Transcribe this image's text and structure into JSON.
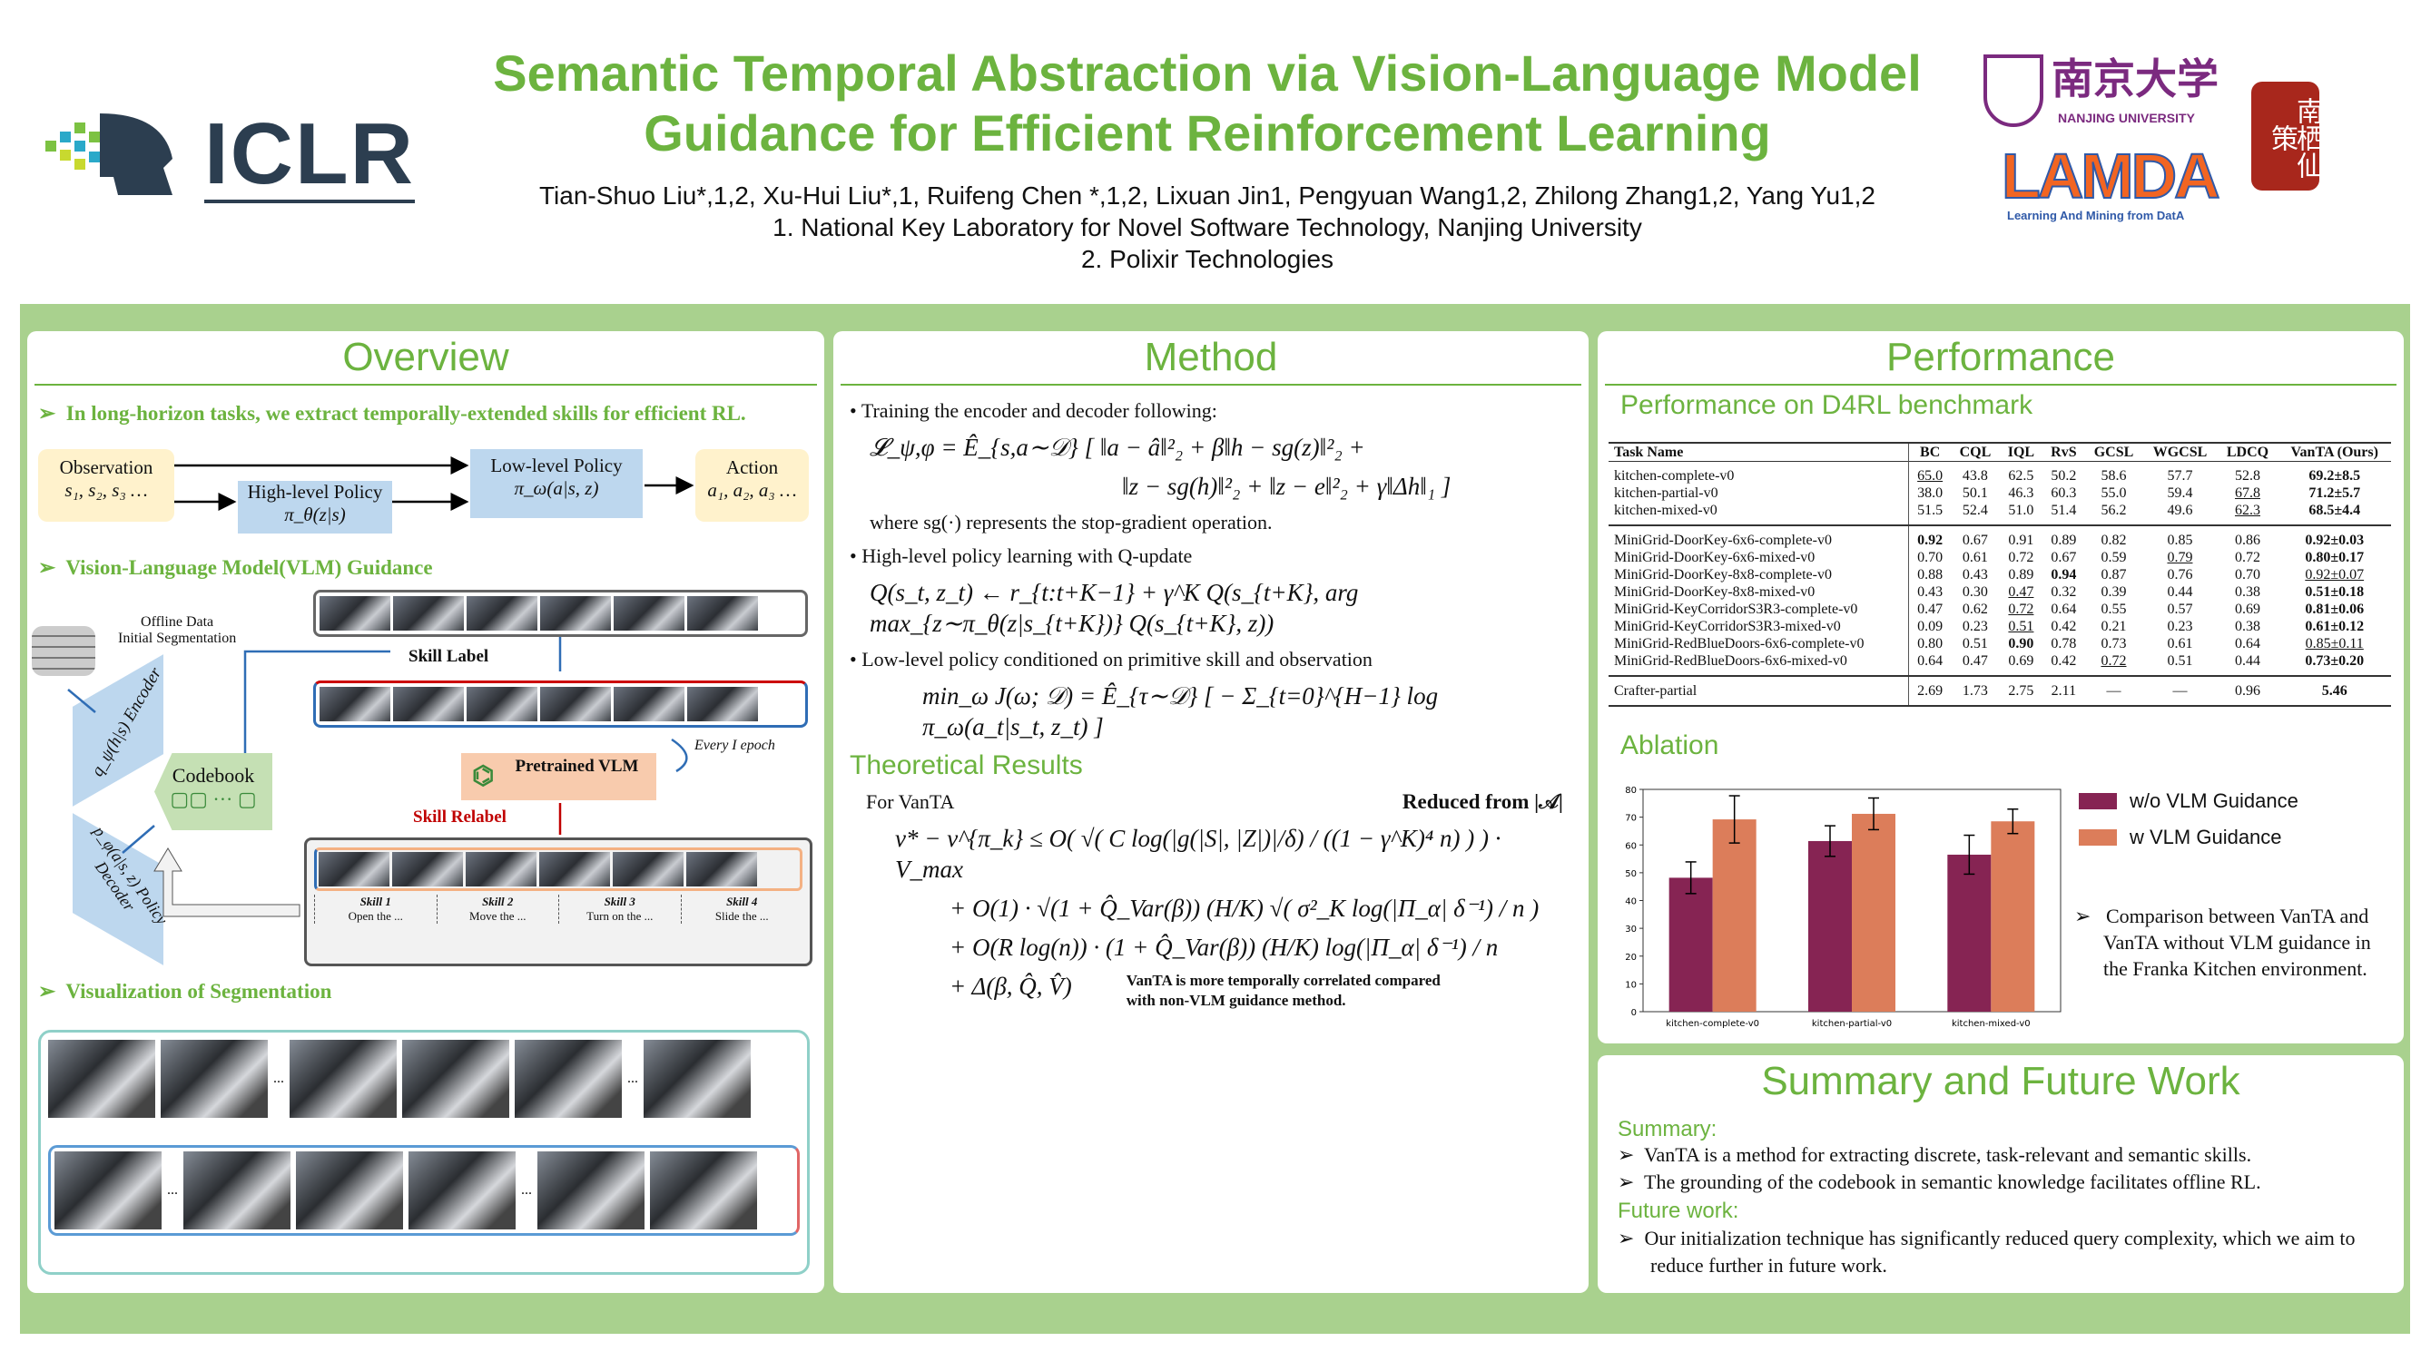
{
  "header": {
    "title_line1": "Semantic Temporal Abstraction via Vision-Language Model",
    "title_line2": "Guidance for Efficient Reinforcement Learning",
    "authors": "Tian-Shuo Liu*,1,2, Xu-Hui Liu*,1, Ruifeng Chen *,1,2, Lixuan Jin1, Pengyuan Wang1,2, Zhilong Zhang1,2, Yang Yu1,2",
    "affiliation1": "1.   National Key Laboratory for Novel Software Technology, Nanjing University",
    "affiliation2": "2.   Polixir Technologies",
    "logo_iclr": "ICLR",
    "logo_nju": "南京大学",
    "logo_nju_en": "NANJING UNIVERSITY",
    "logo_lamda": "LAMDA",
    "logo_lamda_sub": "Learning And Mining from DatA",
    "logo_seal": "南栖仙策"
  },
  "overview": {
    "title": "Overview",
    "b1": "In long-horizon tasks, we extract temporally-extended skills for efficient RL.",
    "obs_label": "Observation",
    "obs_math": "s₁, s₂, s₃ …",
    "high_label": "High-level  Policy",
    "high_math": "π_θ(z|s)",
    "low_label": "Low-level  Policy",
    "low_math": "π_ω(a|s, z)",
    "act_label": "Action",
    "act_math": "a₁, a₂, a₃ …",
    "b2": "Vision-Language Model(VLM) Guidance",
    "offline": "Offline  Data",
    "initseg": "Initial  Segmentation",
    "skill_label": "Skill  Label",
    "every": "Every  I  epoch",
    "encoder": "q_ψ(h|s)  Encoder",
    "decoder": "p_φ(a|s, z)  Policy  Decoder",
    "codebook": "Codebook",
    "codebook_slots": "▢▢ ··· ▢",
    "vlm": "Pretrained VLM",
    "relabel": "Skill  Relabel",
    "skills": [
      {
        "name": "Skill 1",
        "desc": "Open  the  ..."
      },
      {
        "name": "Skill 2",
        "desc": "Move  the  ..."
      },
      {
        "name": "Skill 3",
        "desc": "Turn  on  the  ..."
      },
      {
        "name": "Skill 4",
        "desc": "Slide  the  ..."
      }
    ],
    "b3": "Visualization of Segmentation",
    "ellipsis": "..."
  },
  "method": {
    "title": "Method",
    "b1": "Training the encoder and decoder following:",
    "eq1a": "𝓛_ψ,φ = Ê_{s,a∼𝒟} [ ‖a − â‖²₂ + β‖h − sg(z)‖²₂ +",
    "eq1b": "‖z − sg(h)‖²₂ + ‖z − e‖²₂ + γ‖Δh‖₁ ]",
    "where": "where  sg(·)  represents the stop-gradient operation.",
    "b2": "High-level policy learning with Q-update",
    "eq2": "Q(s_t, z_t) ← r_{t:t+K−1} + γ^K Q(s_{t+K},  arg max_{z∼π_θ(z|s_{t+K})} Q(s_{t+K}, z))",
    "b3": "Low-level policy conditioned on primitive skill and observation",
    "eq3": "min_ω J(ω; 𝒟) = Ê_{τ∼𝒟} [ − Σ_{t=0}^{H−1} log π_ω(a_t|s_t, z_t) ]",
    "theory_title": "Theoretical Results",
    "for": "For VanTA",
    "reduced": "Reduced from |𝒜|",
    "th1": "v* − v^{π_k} ≤ O( √( C log(|g(|S|, |Z|)|/δ) / ((1 − γ^K)⁴ n) ) ) · V_max",
    "th2": "+ O(1) · √(1 + Q̂_Var(β)) (H/K) √( σ²_K log(|Π_α| δ⁻¹) / n )",
    "th3": "+ O(R log(n)) · (1 + Q̂_Var(β)) (H/K) log(|Π_α| δ⁻¹) / n",
    "th4": "+ Δ(β, Q̂, V̂)",
    "note": "VanTA is more temporally correlated compared with non-VLM guidance method."
  },
  "performance": {
    "title": "Performance",
    "sub": "Performance on D4RL benchmark",
    "columns": [
      "Task Name",
      "BC",
      "CQL",
      "IQL",
      "RvS",
      "GCSL",
      "WGCSL",
      "LDCQ",
      "VanTA (Ours)"
    ],
    "groups": [
      [
        [
          "kitchen-complete-v0",
          "65.0",
          "43.8",
          "62.5",
          "50.2",
          "58.6",
          "57.7",
          "52.8",
          "69.2±8.5"
        ],
        [
          "kitchen-partial-v0",
          "38.0",
          "50.1",
          "46.3",
          "60.3",
          "55.0",
          "59.4",
          "67.8",
          "71.2±5.7"
        ],
        [
          "kitchen-mixed-v0",
          "51.5",
          "52.4",
          "51.0",
          "51.4",
          "56.2",
          "49.6",
          "62.3",
          "68.5±4.4"
        ]
      ],
      [
        [
          "MiniGrid-DoorKey-6x6-complete-v0",
          "0.92",
          "0.67",
          "0.91",
          "0.89",
          "0.82",
          "0.85",
          "0.86",
          "0.92±0.03"
        ],
        [
          "MiniGrid-DoorKey-6x6-mixed-v0",
          "0.70",
          "0.61",
          "0.72",
          "0.67",
          "0.59",
          "0.79",
          "0.72",
          "0.80±0.17"
        ],
        [
          "MiniGrid-DoorKey-8x8-complete-v0",
          "0.88",
          "0.43",
          "0.89",
          "0.94",
          "0.87",
          "0.76",
          "0.70",
          "0.92±0.07"
        ],
        [
          "MiniGrid-DoorKey-8x8-mixed-v0",
          "0.43",
          "0.30",
          "0.47",
          "0.32",
          "0.39",
          "0.44",
          "0.38",
          "0.51±0.18"
        ],
        [
          "MiniGrid-KeyCorridorS3R3-complete-v0",
          "0.47",
          "0.62",
          "0.72",
          "0.64",
          "0.55",
          "0.57",
          "0.69",
          "0.81±0.06"
        ],
        [
          "MiniGrid-KeyCorridorS3R3-mixed-v0",
          "0.09",
          "0.23",
          "0.51",
          "0.42",
          "0.21",
          "0.23",
          "0.38",
          "0.61±0.12"
        ],
        [
          "MiniGrid-RedBlueDoors-6x6-complete-v0",
          "0.80",
          "0.51",
          "0.90",
          "0.78",
          "0.73",
          "0.61",
          "0.64",
          "0.85±0.11"
        ],
        [
          "MiniGrid-RedBlueDoors-6x6-mixed-v0",
          "0.64",
          "0.47",
          "0.69",
          "0.42",
          "0.72",
          "0.51",
          "0.44",
          "0.73±0.20"
        ]
      ],
      [
        [
          "Crafter-partial",
          "2.69",
          "1.73",
          "2.75",
          "2.11",
          "—",
          "—",
          "0.96",
          "5.46"
        ]
      ]
    ],
    "bold": [
      "0-0-8",
      "0-1-8",
      "0-2-8",
      "1-0-1",
      "1-0-8",
      "1-1-8",
      "1-2-4",
      "1-3-8",
      "1-4-8",
      "1-5-8",
      "1-6-3",
      "1-7-8",
      "2-0-8"
    ],
    "underline": [
      "0-0-1",
      "0-1-7",
      "0-2-7",
      "1-1-6",
      "1-2-8",
      "1-3-3",
      "1-4-3",
      "1-5-3",
      "1-6-8",
      "1-7-5"
    ],
    "ablation_title": "Ablation",
    "ablation_note": "Comparison between VanTA and VanTA without VLM guidance in the Franka Kitchen environment."
  },
  "chart_data": {
    "type": "bar",
    "title": "",
    "categories": [
      "kitchen-complete-v0",
      "kitchen-partial-v0",
      "kitchen-mixed-v0"
    ],
    "series": [
      {
        "name": "w/o VLM Guidance",
        "values": [
          48.2,
          61.4,
          56.5
        ],
        "errors": [
          5.7,
          5.5,
          7.0
        ],
        "color": "#862453"
      },
      {
        "name": "w VLM Guidance",
        "values": [
          69.2,
          71.2,
          68.5
        ],
        "errors": [
          8.5,
          5.7,
          4.4
        ],
        "color": "#dc7d5a"
      }
    ],
    "ylim": [
      0,
      80
    ],
    "yticks": [
      0,
      10,
      20,
      30,
      40,
      50,
      60,
      70,
      80
    ],
    "xlabel": "",
    "ylabel": "",
    "legend": "right"
  },
  "summary": {
    "title": "Summary and Future Work",
    "summary_label": "Summary:",
    "s1": "VanTA is a method for extracting discrete, task-relevant and semantic skills.",
    "s2": "The grounding of the codebook in semantic knowledge facilitates offline RL.",
    "future_label": "Future work:",
    "f1": "Our initialization technique has significantly reduced query complexity, which we aim to reduce further in future work."
  },
  "colors": {
    "accent": "#6cb33f",
    "band": "#a9d18e",
    "blue_box": "#bdd7ee",
    "yellow_box": "#fff2cc"
  }
}
